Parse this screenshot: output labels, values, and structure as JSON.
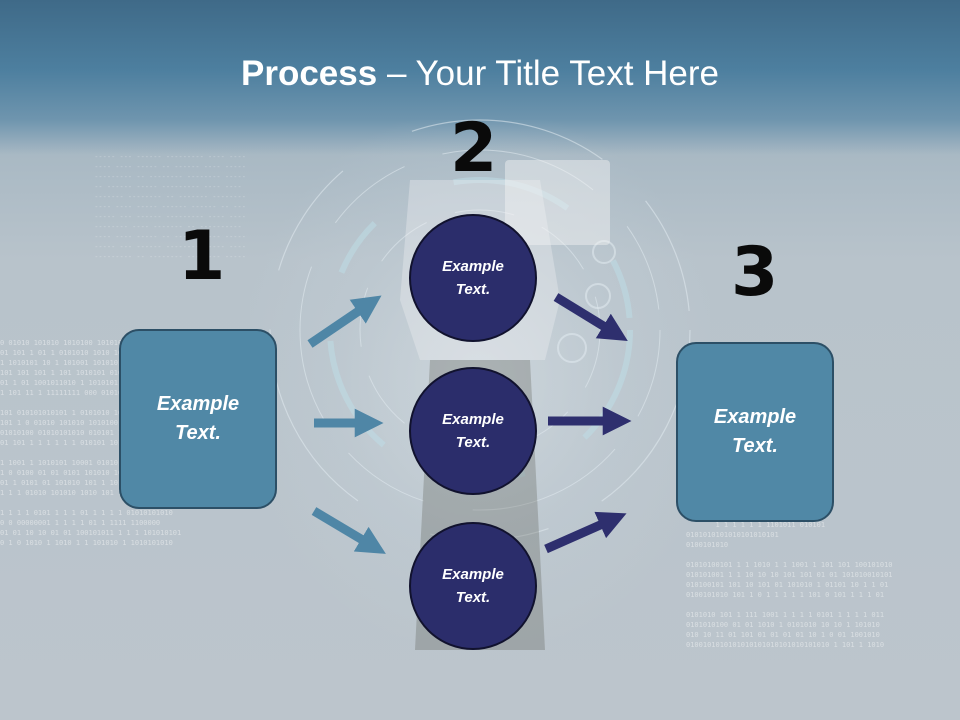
{
  "title": {
    "bold": "Process",
    "rest": " – Your Title Text Here"
  },
  "steps": [
    {
      "number": "1",
      "label": "Example Text."
    },
    {
      "number": "2",
      "label": "Example Text."
    },
    {
      "number": "3",
      "label": "Example Text."
    }
  ],
  "circles": [
    {
      "label": "Example Text."
    },
    {
      "label": "Example Text."
    },
    {
      "label": "Example Text."
    }
  ],
  "colors": {
    "header": "#4d7f9f",
    "box_fill": "#5088a6",
    "circle_fill": "#2b2d6b",
    "left_arrows": "#4f86a6",
    "right_arrows": "#2e2f6e"
  }
}
